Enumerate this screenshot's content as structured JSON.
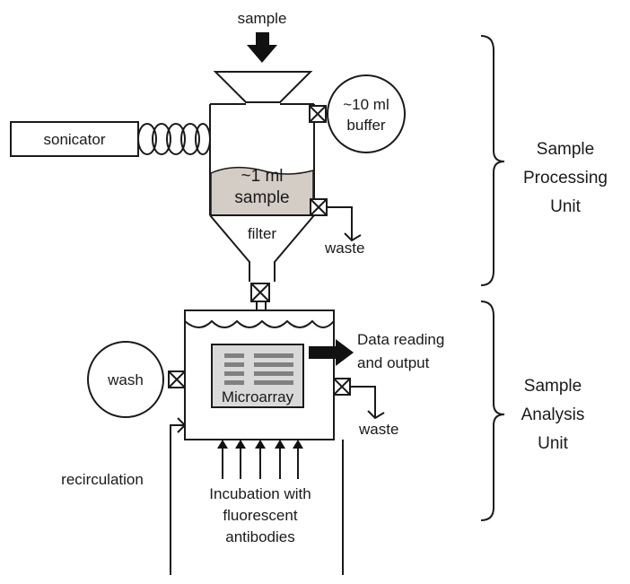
{
  "labels": {
    "sample_in": "sample",
    "buffer_line1": "~10 ml",
    "buffer_line2": "buffer",
    "sonicator": "sonicator",
    "sample_vol_line1": "~1 ml",
    "sample_vol_line2": "sample",
    "filter": "filter",
    "waste_top": "waste",
    "processing_line1": "Sample",
    "processing_line2": "Processing",
    "processing_line3": "Unit",
    "data_line1": "Data reading",
    "data_line2": "and output",
    "wash": "wash",
    "microarray": "Microarray",
    "waste_bottom": "waste",
    "analysis_line1": "Sample",
    "analysis_line2": "Analysis",
    "analysis_line3": "Unit",
    "recirculation": "recirculation",
    "incubation_line1": "Incubation with",
    "incubation_line2": "fluorescent",
    "incubation_line3": "antibodies"
  },
  "colors": {
    "line": "#1a1a1a",
    "sample_fill": "#d3cdc6",
    "array_fill": "#d9d9d9",
    "array_band": "#808080",
    "arrow_fill": "#111111"
  }
}
